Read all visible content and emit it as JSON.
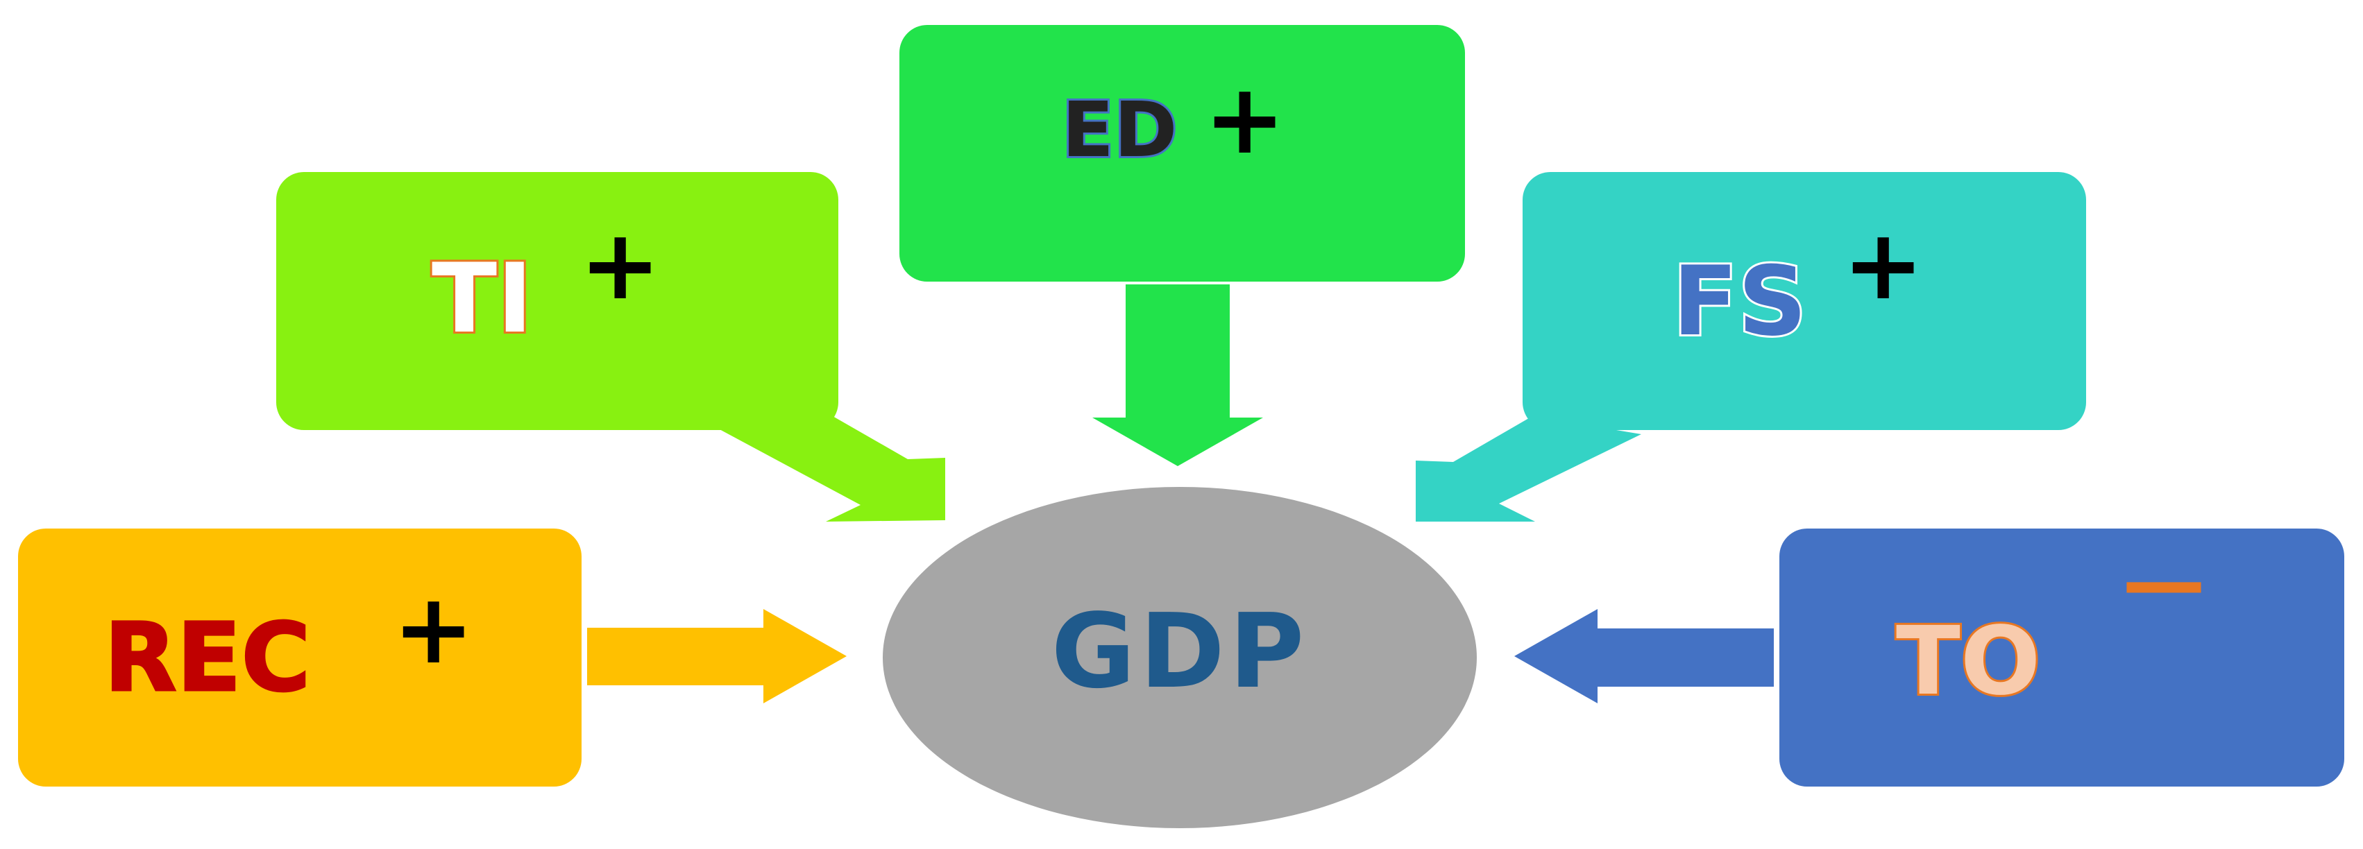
{
  "center": {
    "label": "GDP",
    "fill": "#A6A6A6",
    "text_color": "#1F5A8C"
  },
  "nodes": {
    "ti": {
      "label": "TI",
      "sign": "+",
      "fill": "#88F111",
      "text_fill": "#FFFFFF",
      "text_stroke": "#E87722"
    },
    "ed": {
      "label": "ED",
      "sign": "+",
      "fill": "#22E34B",
      "text_fill": "#222222",
      "text_stroke": "#4472C4"
    },
    "fs": {
      "label": "FS",
      "sign": "+",
      "fill": "#34D3C5",
      "text_fill": "#4472C4",
      "text_stroke": "#FFFFFF"
    },
    "rec": {
      "label": "REC",
      "sign": "+",
      "fill": "#FFC000",
      "text_fill": "#C00000",
      "text_stroke": "#C00000"
    },
    "to": {
      "label": "TO",
      "sign": "—",
      "fill": "#4472C4",
      "text_fill": "#F8CBAD",
      "text_stroke": "#E87722"
    }
  },
  "arrows": {
    "ti_to_gdp": {
      "color": "#88F111"
    },
    "ed_to_gdp": {
      "color": "#22E34B"
    },
    "fs_to_gdp": {
      "color": "#34D3C5"
    },
    "rec_to_gdp": {
      "color": "#FFC000"
    },
    "to_to_gdp": {
      "color": "#4472C4"
    }
  },
  "sign_color": "#000000",
  "minus_color": "#E87722"
}
